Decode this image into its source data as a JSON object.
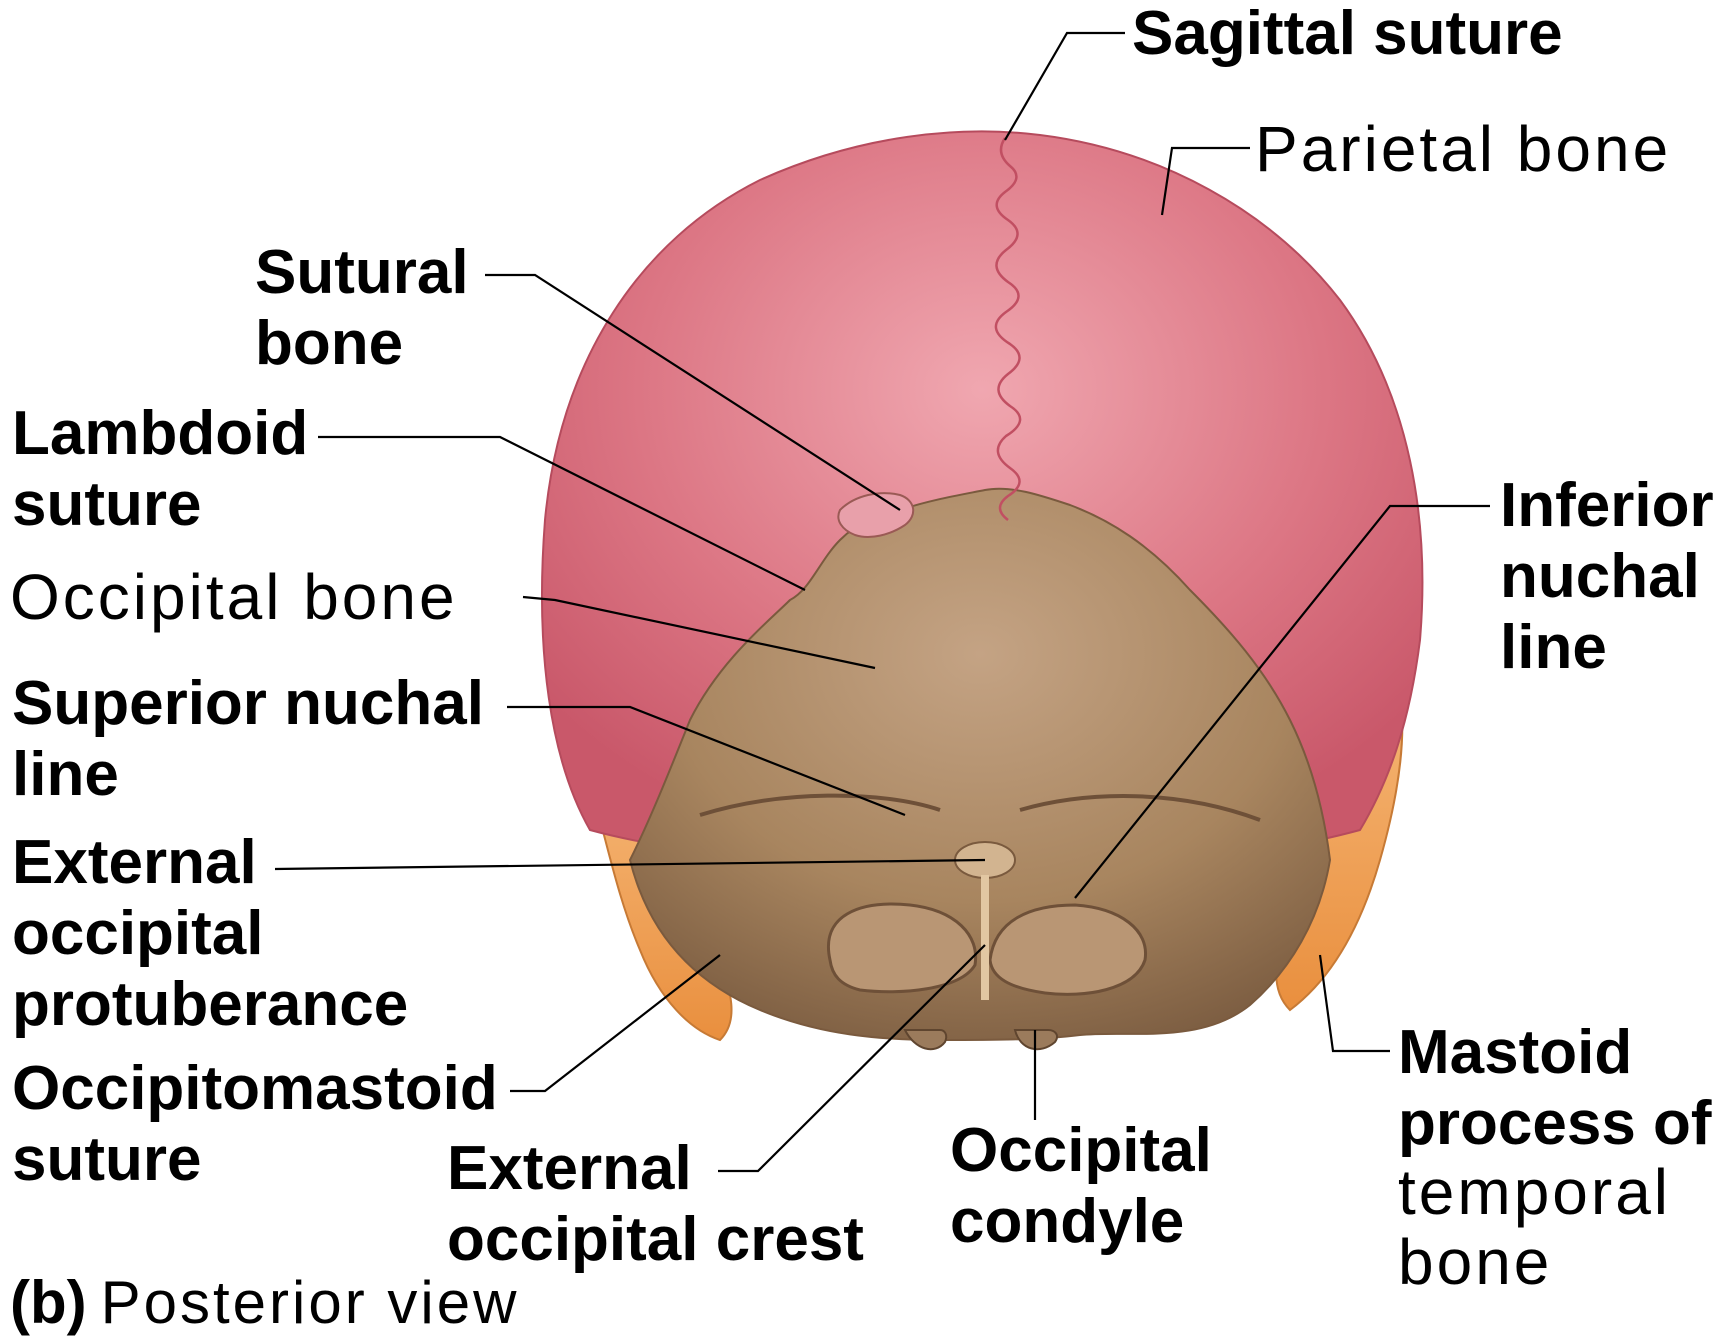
{
  "colors": {
    "parietal": "#d9707f",
    "parietal_light": "#eda2ac",
    "occipital": "#b08f70",
    "occipital_dark": "#8a6a4e",
    "temporal": "#f0a35a",
    "line": "#000000"
  },
  "labels": {
    "sagittal_suture": "Sagittal suture",
    "parietal_bone": "Parietal bone",
    "sutural_bone": [
      "Sutural",
      "bone"
    ],
    "lambdoid_suture": [
      "Lambdoid",
      "suture"
    ],
    "occipital_bone": "Occipital bone",
    "superior_nuchal_line": [
      "Superior nuchal",
      "line"
    ],
    "external_occipital_protuberance": [
      "External",
      "occipital",
      "protuberance"
    ],
    "occipitomastoid_suture": [
      "Occipitomastoid",
      "suture"
    ],
    "external_occipital_crest": [
      "External",
      "occipital crest"
    ],
    "occipital_condyle": [
      "Occipital",
      "condyle"
    ],
    "inferior_nuchal_line": [
      "Inferior",
      "nuchal",
      "line"
    ],
    "mastoid_process": [
      "Mastoid",
      "process of"
    ],
    "temporal_bone": [
      "temporal",
      "bone"
    ]
  },
  "caption": {
    "tag": "(b)",
    "text": "Posterior view"
  }
}
